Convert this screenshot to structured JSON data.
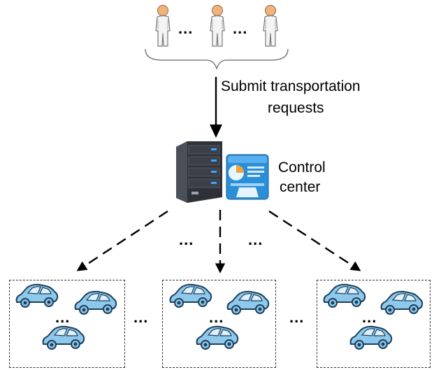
{
  "labels": {
    "submit_line1": "Submit transportation",
    "submit_line2": "requests",
    "control_line1": "Control",
    "control_line2": "center"
  },
  "ellipsis": "...",
  "icons": {
    "person": "person-icon",
    "server": "server-icon",
    "dashboard": "dashboard-app-icon",
    "car": "car-icon"
  },
  "colors": {
    "person_skin": "#f2b27a",
    "person_body": "#f4f4f4",
    "server_body": "#3a3f47",
    "server_light": "#3fa3ff",
    "dashboard_bg": "#2b8fd8",
    "car_body": "#8ec9ec",
    "car_stroke": "#1c3f5c",
    "arrow": "#000000"
  },
  "vehicle_groups": [
    {
      "cars": 3,
      "ellipsis": "..."
    },
    {
      "cars": 3,
      "ellipsis": "..."
    },
    {
      "cars": 3,
      "ellipsis": "..."
    }
  ]
}
